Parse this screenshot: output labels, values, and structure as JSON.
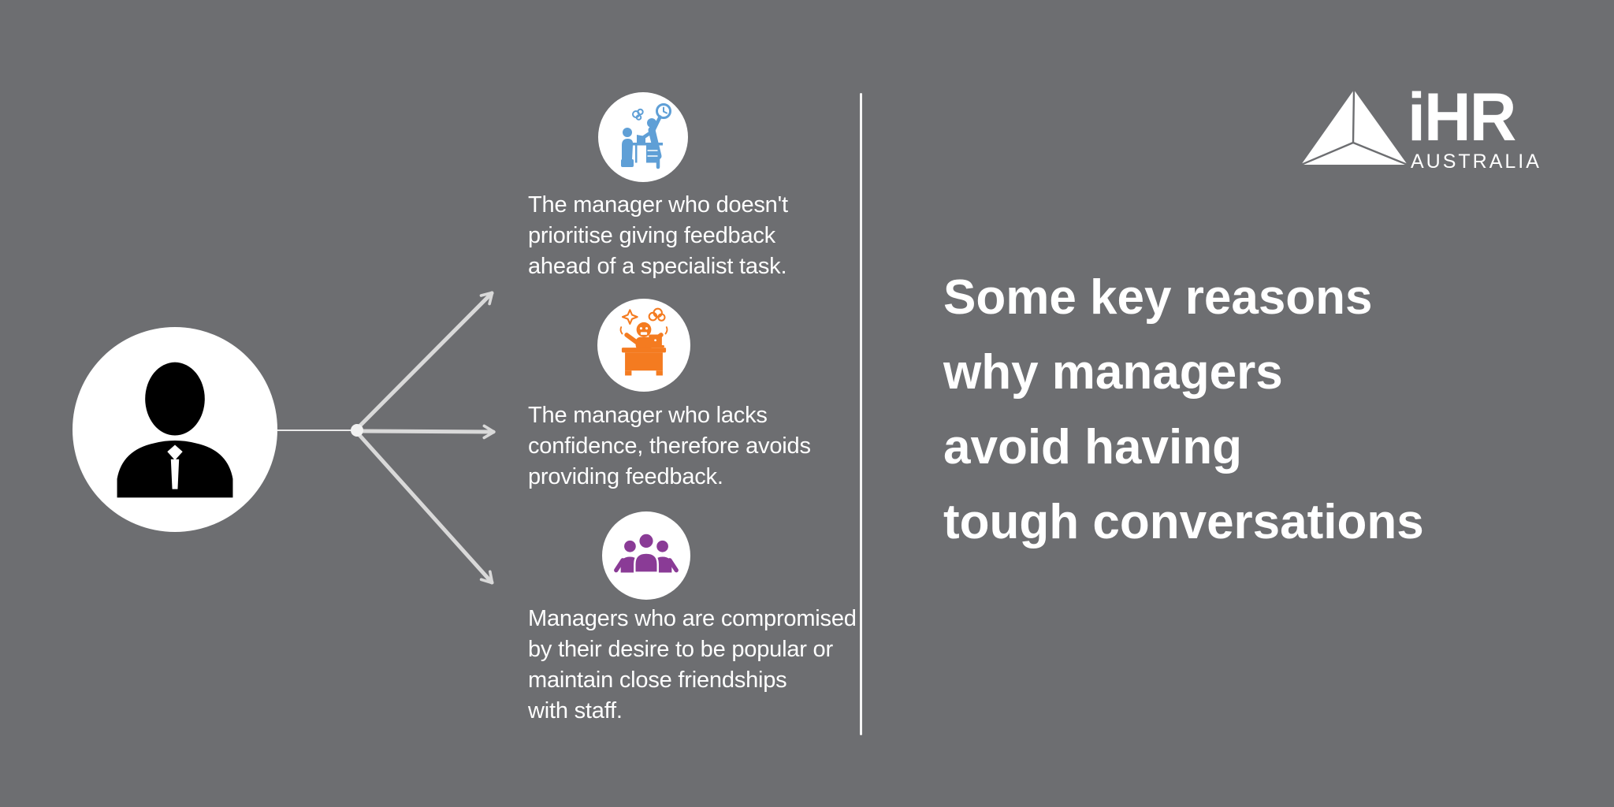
{
  "background_color": "#6d6e71",
  "diagram": {
    "manager_node": {
      "icon": "manager-person-icon",
      "icon_color": "#000000",
      "circle_color": "#ffffff"
    },
    "connector_color": "#d9d9d9",
    "reasons": [
      {
        "icon": "deadline-pressure-desk-icon",
        "color": "#5f9fd6",
        "text": "The manager who doesn't\nprioritise giving feedback\nahead of a specialist task."
      },
      {
        "icon": "frustrated-manager-at-desk-icon",
        "color": "#f47b20",
        "text": "The manager who lacks\nconfidence, therefore avoids\nproviding feedback."
      },
      {
        "icon": "staff-group-icon",
        "color": "#8a3b96",
        "text": "Managers who are compromised\nby their desire to be popular or\nmaintain close friendships\nwith staff."
      }
    ]
  },
  "title": {
    "text": "Some key reasons\nwhy managers\navoid having\ntough conversations",
    "color": "#ffffff"
  },
  "logo": {
    "brand": "iHR",
    "region": "AUSTRALIA",
    "icon": "pyramid-triangle-logo-icon",
    "color": "#ffffff"
  }
}
